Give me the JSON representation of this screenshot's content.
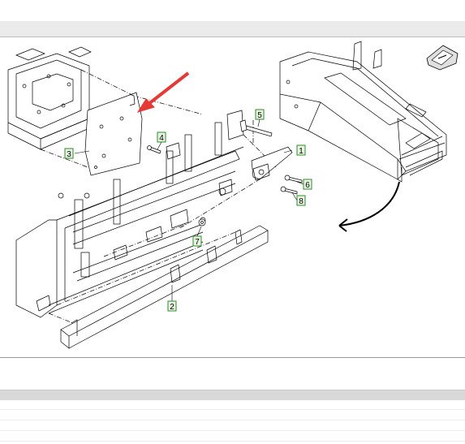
{
  "callouts": [
    {
      "id": "1"
    },
    {
      "id": "2"
    },
    {
      "id": "3"
    },
    {
      "id": "4"
    },
    {
      "id": "5"
    },
    {
      "id": "6"
    },
    {
      "id": "7"
    },
    {
      "id": "8"
    }
  ],
  "colors": {
    "callout_border": "#2e8b2e",
    "callout_fill": "#e8f5e0",
    "highlight_arrow": "#e53935",
    "header_bar": "#ebebeb",
    "table_header": "#d9d9d9"
  },
  "icons": {
    "orientation_badge": "front-orientation-icon",
    "rotate_arrow": "curved-arrow-icon",
    "highlight_arrow": "red-pointer-arrow-icon"
  }
}
